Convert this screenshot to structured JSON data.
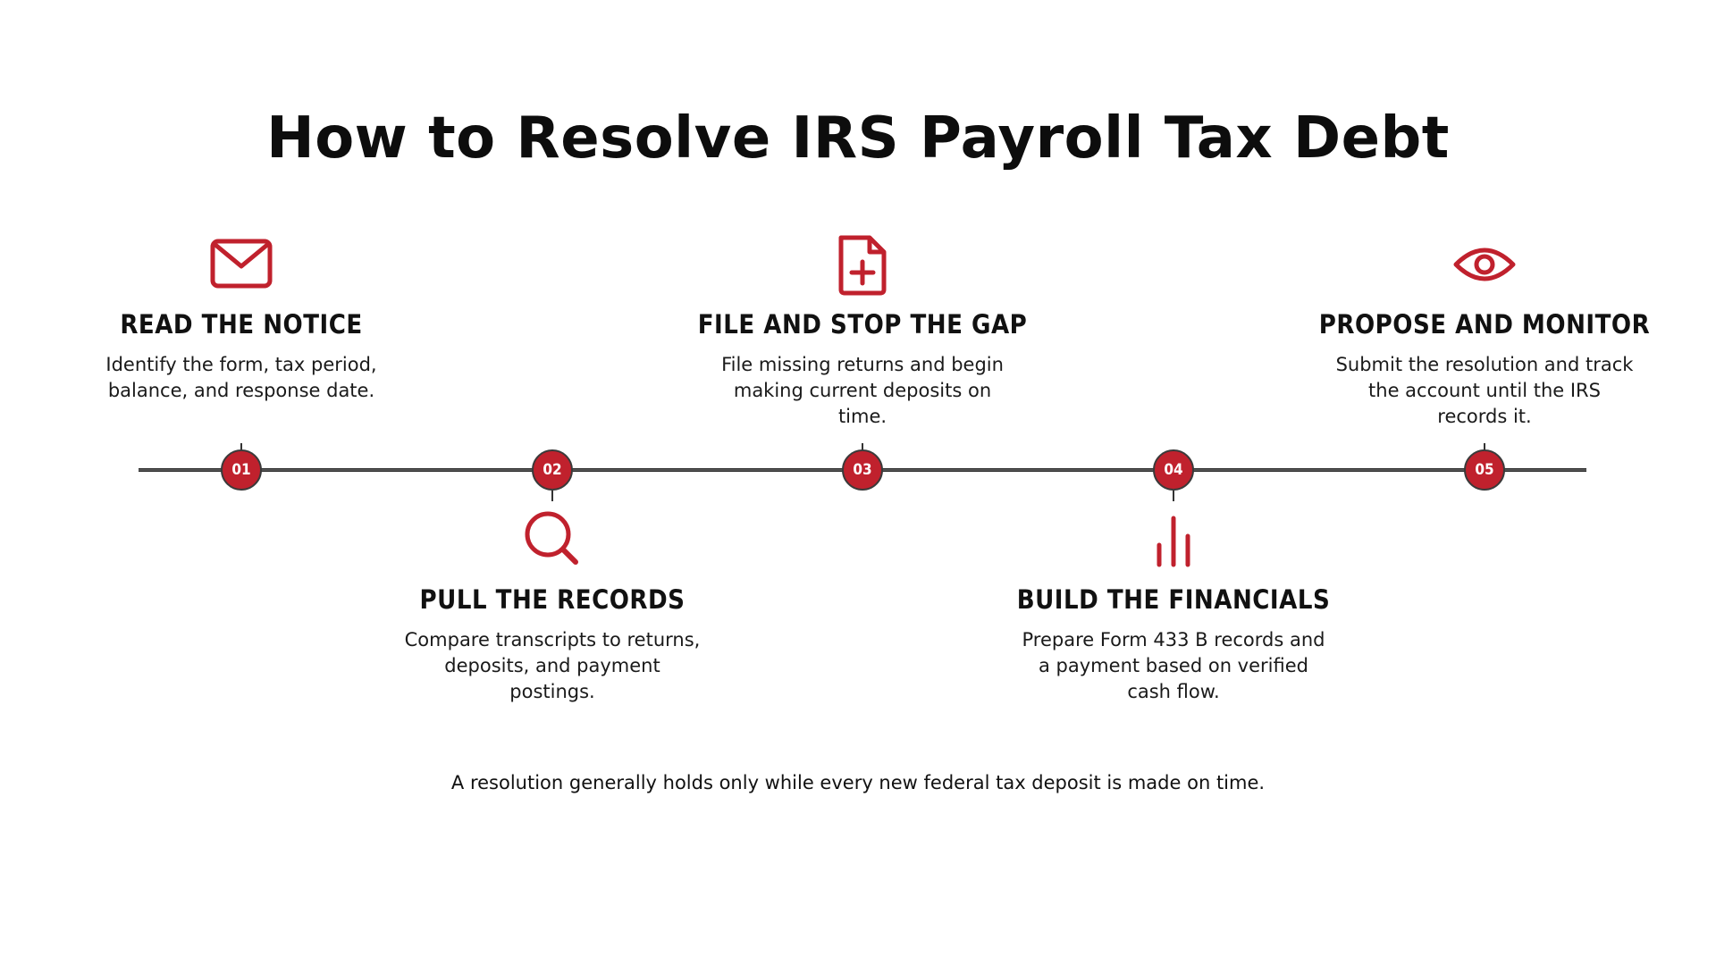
{
  "title": "How to Resolve IRS Payroll Tax Debt",
  "accent_color": "#c0212d",
  "steps": [
    {
      "number": "01",
      "icon": "envelope-icon",
      "title": "READ THE NOTICE",
      "text": "Identify the form, tax period, balance, and response date."
    },
    {
      "number": "02",
      "icon": "magnifier-icon",
      "title": "PULL THE RECORDS",
      "text": "Compare transcripts to returns, deposits, and payment postings."
    },
    {
      "number": "03",
      "icon": "add-file-icon",
      "title": "FILE AND STOP THE GAP",
      "text": "File missing returns and begin making current deposits on time."
    },
    {
      "number": "04",
      "icon": "bar-chart-icon",
      "title": "BUILD THE FINANCIALS",
      "text": "Prepare Form 433 B records and a payment based on verified cash flow."
    },
    {
      "number": "05",
      "icon": "eye-icon",
      "title": "PROPOSE AND MONITOR",
      "text": "Submit the resolution and track the account until the IRS records it."
    }
  ],
  "footnote": "A resolution generally holds only while every new federal tax deposit is made on time."
}
